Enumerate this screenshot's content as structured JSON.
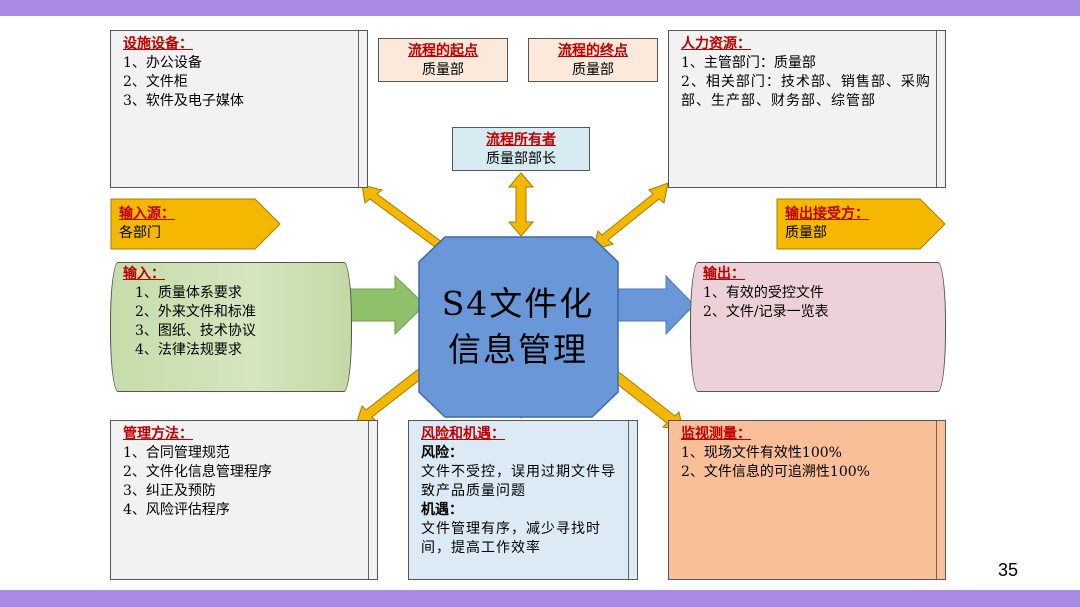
{
  "facilities": {
    "title": "设施设备：",
    "items": [
      "1、办公设备",
      "2、文件柜",
      "3、软件及电子媒体"
    ]
  },
  "flow_start": {
    "title": "流程的起点",
    "value": "质量部"
  },
  "flow_end": {
    "title": "流程的终点",
    "value": "质量部"
  },
  "human_resources": {
    "title": "人力资源：",
    "items": [
      "1、主管部门：质量部",
      "2、相关部门：技术部、销售部、采购部、生产部、财务部、综管部"
    ]
  },
  "process_owner": {
    "title": "流程所有者",
    "value": "质量部部长"
  },
  "input_source": {
    "title": "输入源：",
    "value": "各部门"
  },
  "output_receiver": {
    "title": "输出接受方：",
    "value": "质量部"
  },
  "inputs": {
    "title": "输入：",
    "items": [
      "1、质量体系要求",
      "2、外来文件和标准",
      "3、图纸、技术协议",
      "4、法律法规要求"
    ]
  },
  "center": {
    "line1": "S4文件化",
    "line2": "信息管理"
  },
  "outputs": {
    "title": "输出：",
    "items": [
      "1、有效的受控文件",
      "2、文件/记录一览表"
    ]
  },
  "methods": {
    "title": "管理方法：",
    "items": [
      "1、合同管理规范",
      "2、文件化信息管理程序",
      "3、纠正及预防",
      "4、风险评估程序"
    ]
  },
  "risks": {
    "title": "风险和机遇：",
    "risk_label": "风险：",
    "risk_text": "文件不受控，误用过期文件导致产品质量问题",
    "opp_label": "机遇：",
    "opp_text": "文件管理有序，减少寻找时间，提高工作效率"
  },
  "monitoring": {
    "title": "监视测量：",
    "items": [
      "1、现场文件有效性100%",
      "2、文件信息的可追溯性100%"
    ]
  },
  "page_number": "35",
  "colors": {
    "band": "#a98be6",
    "arrow": "#f5b800",
    "center": "#6a97d8",
    "header_red": "#c00000"
  }
}
